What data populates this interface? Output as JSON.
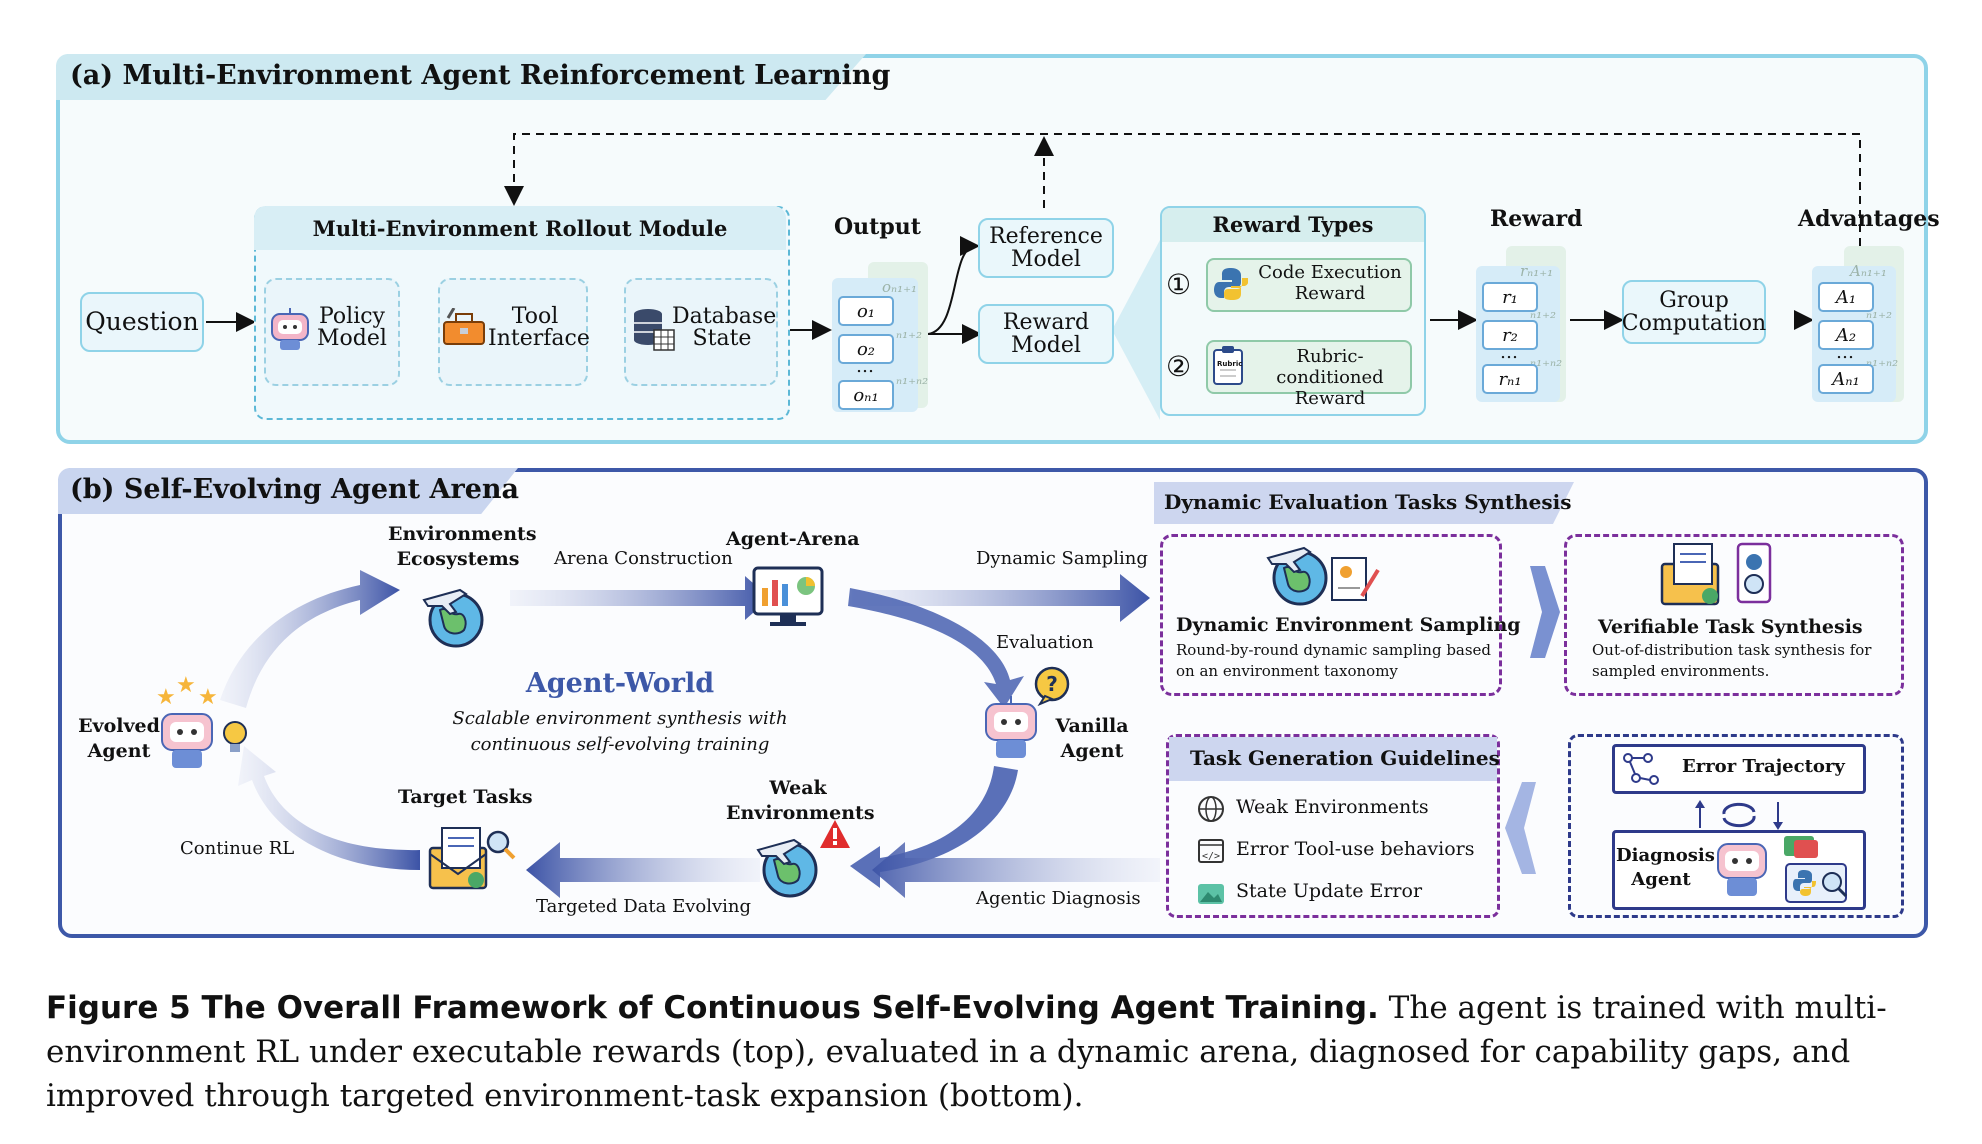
{
  "panel_a": {
    "title": "(a) Multi-Environment Agent Reinforcement Learning",
    "question": "Question",
    "rollout_module": "Multi-Environment Rollout Module",
    "policy_model": "Policy\nModel",
    "tool_interface": "Tool\nInterface",
    "database_state": "Database\nState",
    "output_label": "Output",
    "outputs": [
      "o₁",
      "o₂",
      "…",
      "oₙ₁"
    ],
    "output_ghosts": [
      "oₙ₁₊₁",
      "ₙ₁₊₂",
      "ₙ₁₊ₙ₂"
    ],
    "reference_model": "Reference\nModel",
    "reward_model": "Reward\nModel",
    "reward_types": "Reward Types",
    "reward_type_1_num": "①",
    "reward_type_1": "Code Execution\nReward",
    "reward_type_2_num": "②",
    "reward_type_2": "Rubric-conditioned\nReward",
    "rubric_tag": "Rubric",
    "reward_label": "Reward",
    "rewards": [
      "r₁",
      "r₂",
      "…",
      "rₙ₁"
    ],
    "reward_ghosts": [
      "rₙ₁₊₁",
      "ₙ₁₊₂",
      "ₙ₁₊ₙ₂"
    ],
    "group_computation": "Group\nComputation",
    "advantages_label": "Advantages",
    "advantages": [
      "A₁",
      "A₂",
      "…",
      "Aₙ₁"
    ],
    "advantage_ghosts": [
      "Aₙ₁₊₁",
      "ₙ₁₊₂",
      "ₙ₁₊ₙ₂"
    ]
  },
  "panel_b": {
    "title": "(b) Self-Evolving Agent Arena",
    "environments_ecosystems": "Environments\nEcosystems",
    "arena_construction": "Arena Construction",
    "agent_arena": "Agent-Arena",
    "dynamic_sampling": "Dynamic Sampling",
    "evaluation": "Evaluation",
    "vanilla_agent": "Vanilla\nAgent",
    "agentic_diagnosis": "Agentic Diagnosis",
    "weak_environments": "Weak\nEnvironments",
    "targeted_data_evolving": "Targeted Data Evolving",
    "target_tasks": "Target Tasks",
    "continue_rl": "Continue RL",
    "evolved_agent": "Evolved\nAgent",
    "center_title": "Agent-World",
    "center_subtitle": "Scalable environment synthesis with\ncontinuous self-evolving training",
    "synthesis_title": "Dynamic Evaluation Tasks Synthesis",
    "dyn_env_sampling_title": "Dynamic Environment Sampling",
    "dyn_env_sampling_desc": "Round-by-round dynamic sampling based\non an environment taxonomy",
    "verifiable_title": "Verifiable Task Synthesis",
    "verifiable_desc": "Out-of-distribution task synthesis for\nsampled environments.",
    "guidelines_title": "Task Generation Guidelines",
    "guidelines": [
      "Weak Environments",
      "Error Tool-use behaviors",
      "State Update Error"
    ],
    "error_trajectory": "Error Trajectory",
    "diagnosis_agent": "Diagnosis\nAgent"
  },
  "caption": {
    "label": "Figure 5  The Overall Framework of Continuous Self-Evolving Agent Training.",
    "text": " The agent is trained with multi-environment RL under executable rewards (top), evaluated in a dynamic arena, diagnosed for capability gaps, and improved through targeted environment-task expansion (bottom)."
  },
  "colors": {
    "panel_a_border": "#8fd3e8",
    "panel_b_border": "#3d58a8",
    "purple_dash": "#7b2f9c",
    "navy": "#2e3a8a",
    "agent_world": "#3d58a8"
  },
  "icons": [
    "robot-icon",
    "toolbox-icon",
    "database-icon",
    "python-icon",
    "rubric-icon",
    "globe-plane-icon",
    "dashboard-icon",
    "question-icon",
    "warning-icon",
    "envelope-task-icon",
    "lightbulb-icon",
    "stars-icon",
    "globe-icon",
    "code-icon",
    "image-icon",
    "sync-icon"
  ]
}
